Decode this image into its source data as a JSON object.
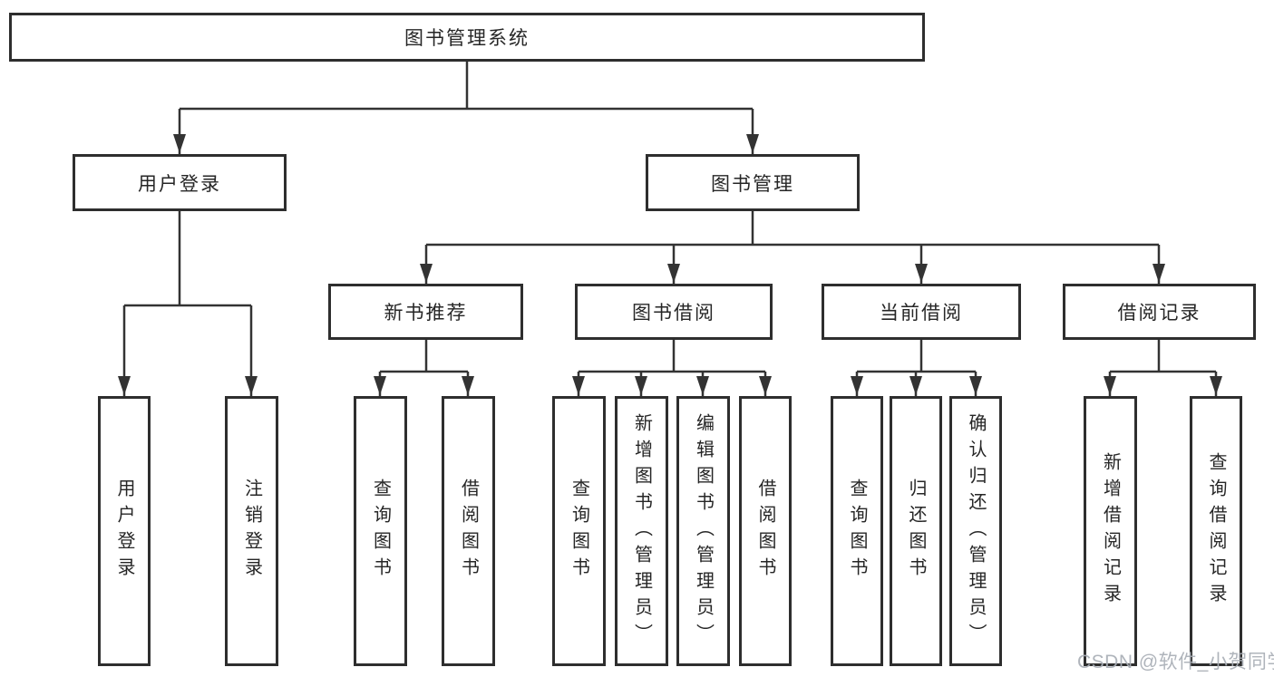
{
  "diagram": {
    "root": "图书管理系统",
    "branches": {
      "user_login": "用户登录",
      "book_mgmt": "图书管理"
    },
    "modules": {
      "new_book": "新书推荐",
      "book_borrow": "图书借阅",
      "current_borrow": "当前借阅",
      "borrow_record": "借阅记录"
    },
    "leaves": {
      "user_login": [
        "用户登录",
        "注销登录"
      ],
      "new_book": [
        "查询图书",
        "借阅图书"
      ],
      "book_borrow": [
        "查询图书",
        "新增图书（管理员）",
        "编辑图书（管理员）",
        "借阅图书"
      ],
      "current_borrow": [
        "查询图书",
        "归还图书",
        "确认归还（管理员）"
      ],
      "borrow_record": [
        "新增借阅记录",
        "查询借阅记录"
      ]
    }
  },
  "watermark": "CSDN @软件_小贺同学",
  "colors": {
    "line": "#333333",
    "box_border": "#2e2e2e",
    "text": "#262626",
    "watermark": "#a9aeb6",
    "background": "#ffffff"
  }
}
